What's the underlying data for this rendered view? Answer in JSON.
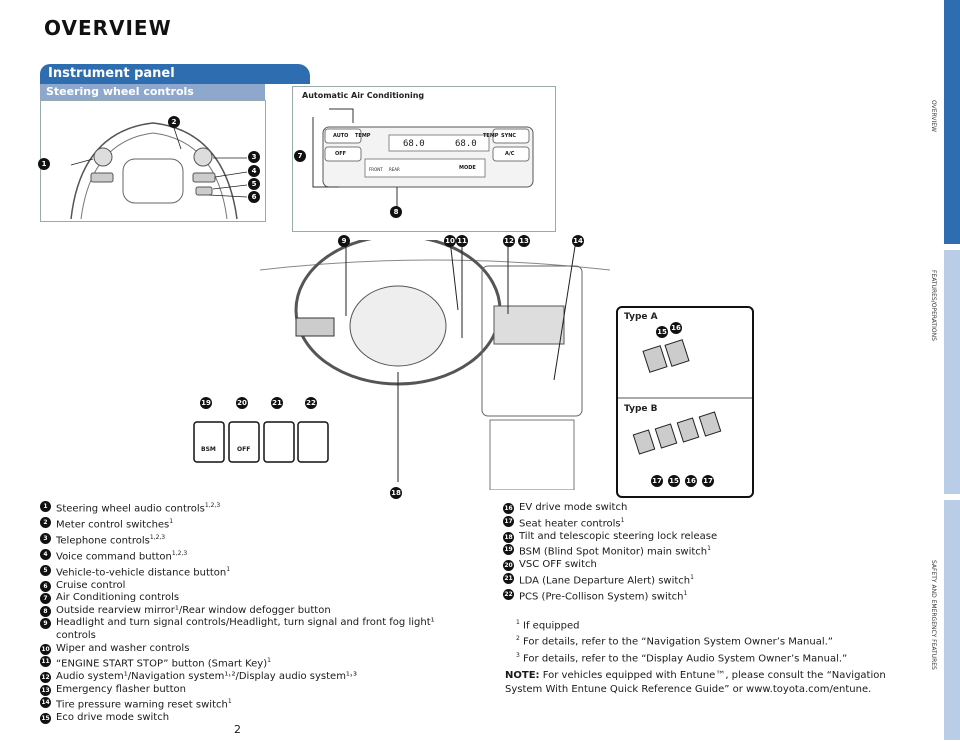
{
  "page": {
    "title": "OVERVIEW",
    "section": "Instrument panel",
    "subsection": "Steering wheel controls",
    "page_number": "2"
  },
  "figure": {
    "ac_label": "Automatic Air Conditioning",
    "type_a": "Type A",
    "type_b": "Type B",
    "ac_text": {
      "temp_left": "TEMP",
      "temp_right": "TEMP",
      "display_left": "68.0",
      "display_right": "68.0",
      "auto": "AUTO",
      "off": "OFF",
      "sync": "SYNC",
      "ac": "A/C",
      "mode": "MODE",
      "front": "FRONT",
      "rear": "REAR"
    },
    "switch_labels": {
      "bsm": "BSM",
      "vsc_off": "OFF"
    },
    "callouts": [
      "1",
      "2",
      "3",
      "4",
      "5",
      "6",
      "7",
      "8",
      "9",
      "10",
      "11",
      "12",
      "13",
      "14",
      "15",
      "16",
      "17",
      "18",
      "19",
      "20",
      "21",
      "22"
    ]
  },
  "legend_left": [
    {
      "n": "1",
      "text": "Steering wheel audio controls",
      "sup": "1,2,3"
    },
    {
      "n": "2",
      "text": "Meter control switches",
      "sup": "1"
    },
    {
      "n": "3",
      "text": "Telephone controls",
      "sup": "1,2,3"
    },
    {
      "n": "4",
      "text": "Voice command button",
      "sup": "1,2,3"
    },
    {
      "n": "5",
      "text": "Vehicle-to-vehicle distance button",
      "sup": "1"
    },
    {
      "n": "6",
      "text": "Cruise control",
      "sup": ""
    },
    {
      "n": "7",
      "text": "Air Conditioning controls",
      "sup": ""
    },
    {
      "n": "8",
      "text": "Outside rearview mirror¹/Rear window defogger button",
      "sup": ""
    },
    {
      "n": "9",
      "text": "Headlight and turn signal controls/Headlight, turn signal and front fog light¹ controls",
      "sup": ""
    },
    {
      "n": "10",
      "text": "Wiper and washer controls",
      "sup": ""
    },
    {
      "n": "11",
      "text": "“ENGINE START STOP” button (Smart Key)",
      "sup": "1"
    },
    {
      "n": "12",
      "text": "Audio system¹/Navigation system¹˒²/Display audio system¹˒³",
      "sup": ""
    },
    {
      "n": "13",
      "text": "Emergency flasher button",
      "sup": ""
    },
    {
      "n": "14",
      "text": "Tire pressure warning reset switch",
      "sup": "1"
    },
    {
      "n": "15",
      "text": "Eco drive mode switch",
      "sup": ""
    }
  ],
  "legend_right": [
    {
      "n": "16",
      "text": "EV drive mode switch",
      "sup": ""
    },
    {
      "n": "17",
      "text": "Seat heater controls",
      "sup": "1"
    },
    {
      "n": "18",
      "text": "Tilt and telescopic steering lock release",
      "sup": ""
    },
    {
      "n": "19",
      "text": "BSM (Blind Spot Monitor) main switch",
      "sup": "1"
    },
    {
      "n": "20",
      "text": "VSC OFF switch",
      "sup": ""
    },
    {
      "n": "21",
      "text": "LDA (Lane Departure Alert) switch",
      "sup": "1"
    },
    {
      "n": "22",
      "text": "PCS (Pre-Collison System) switch",
      "sup": "1"
    }
  ],
  "footnotes": [
    {
      "sup": "1",
      "text": "If equipped"
    },
    {
      "sup": "2",
      "text": "For details, refer to the “Navigation System Owner’s Manual.”"
    },
    {
      "sup": "3",
      "text": "For details, refer to the “Display Audio System Owner’s Manual.”"
    }
  ],
  "note": {
    "label": "NOTE:",
    "text": "For vehicles equipped with Entune™, please consult the “Navigation System With Entune Quick Reference Guide” or www.toyota.com/entune."
  },
  "sidebar": {
    "tabs": [
      "OVERVIEW",
      "FEATURES/OPERATIONS",
      "SAFETY AND EMERGENCY FEATURES"
    ],
    "colors": [
      "#2e6db0",
      "#b9cde6",
      "#b9cde6"
    ]
  }
}
